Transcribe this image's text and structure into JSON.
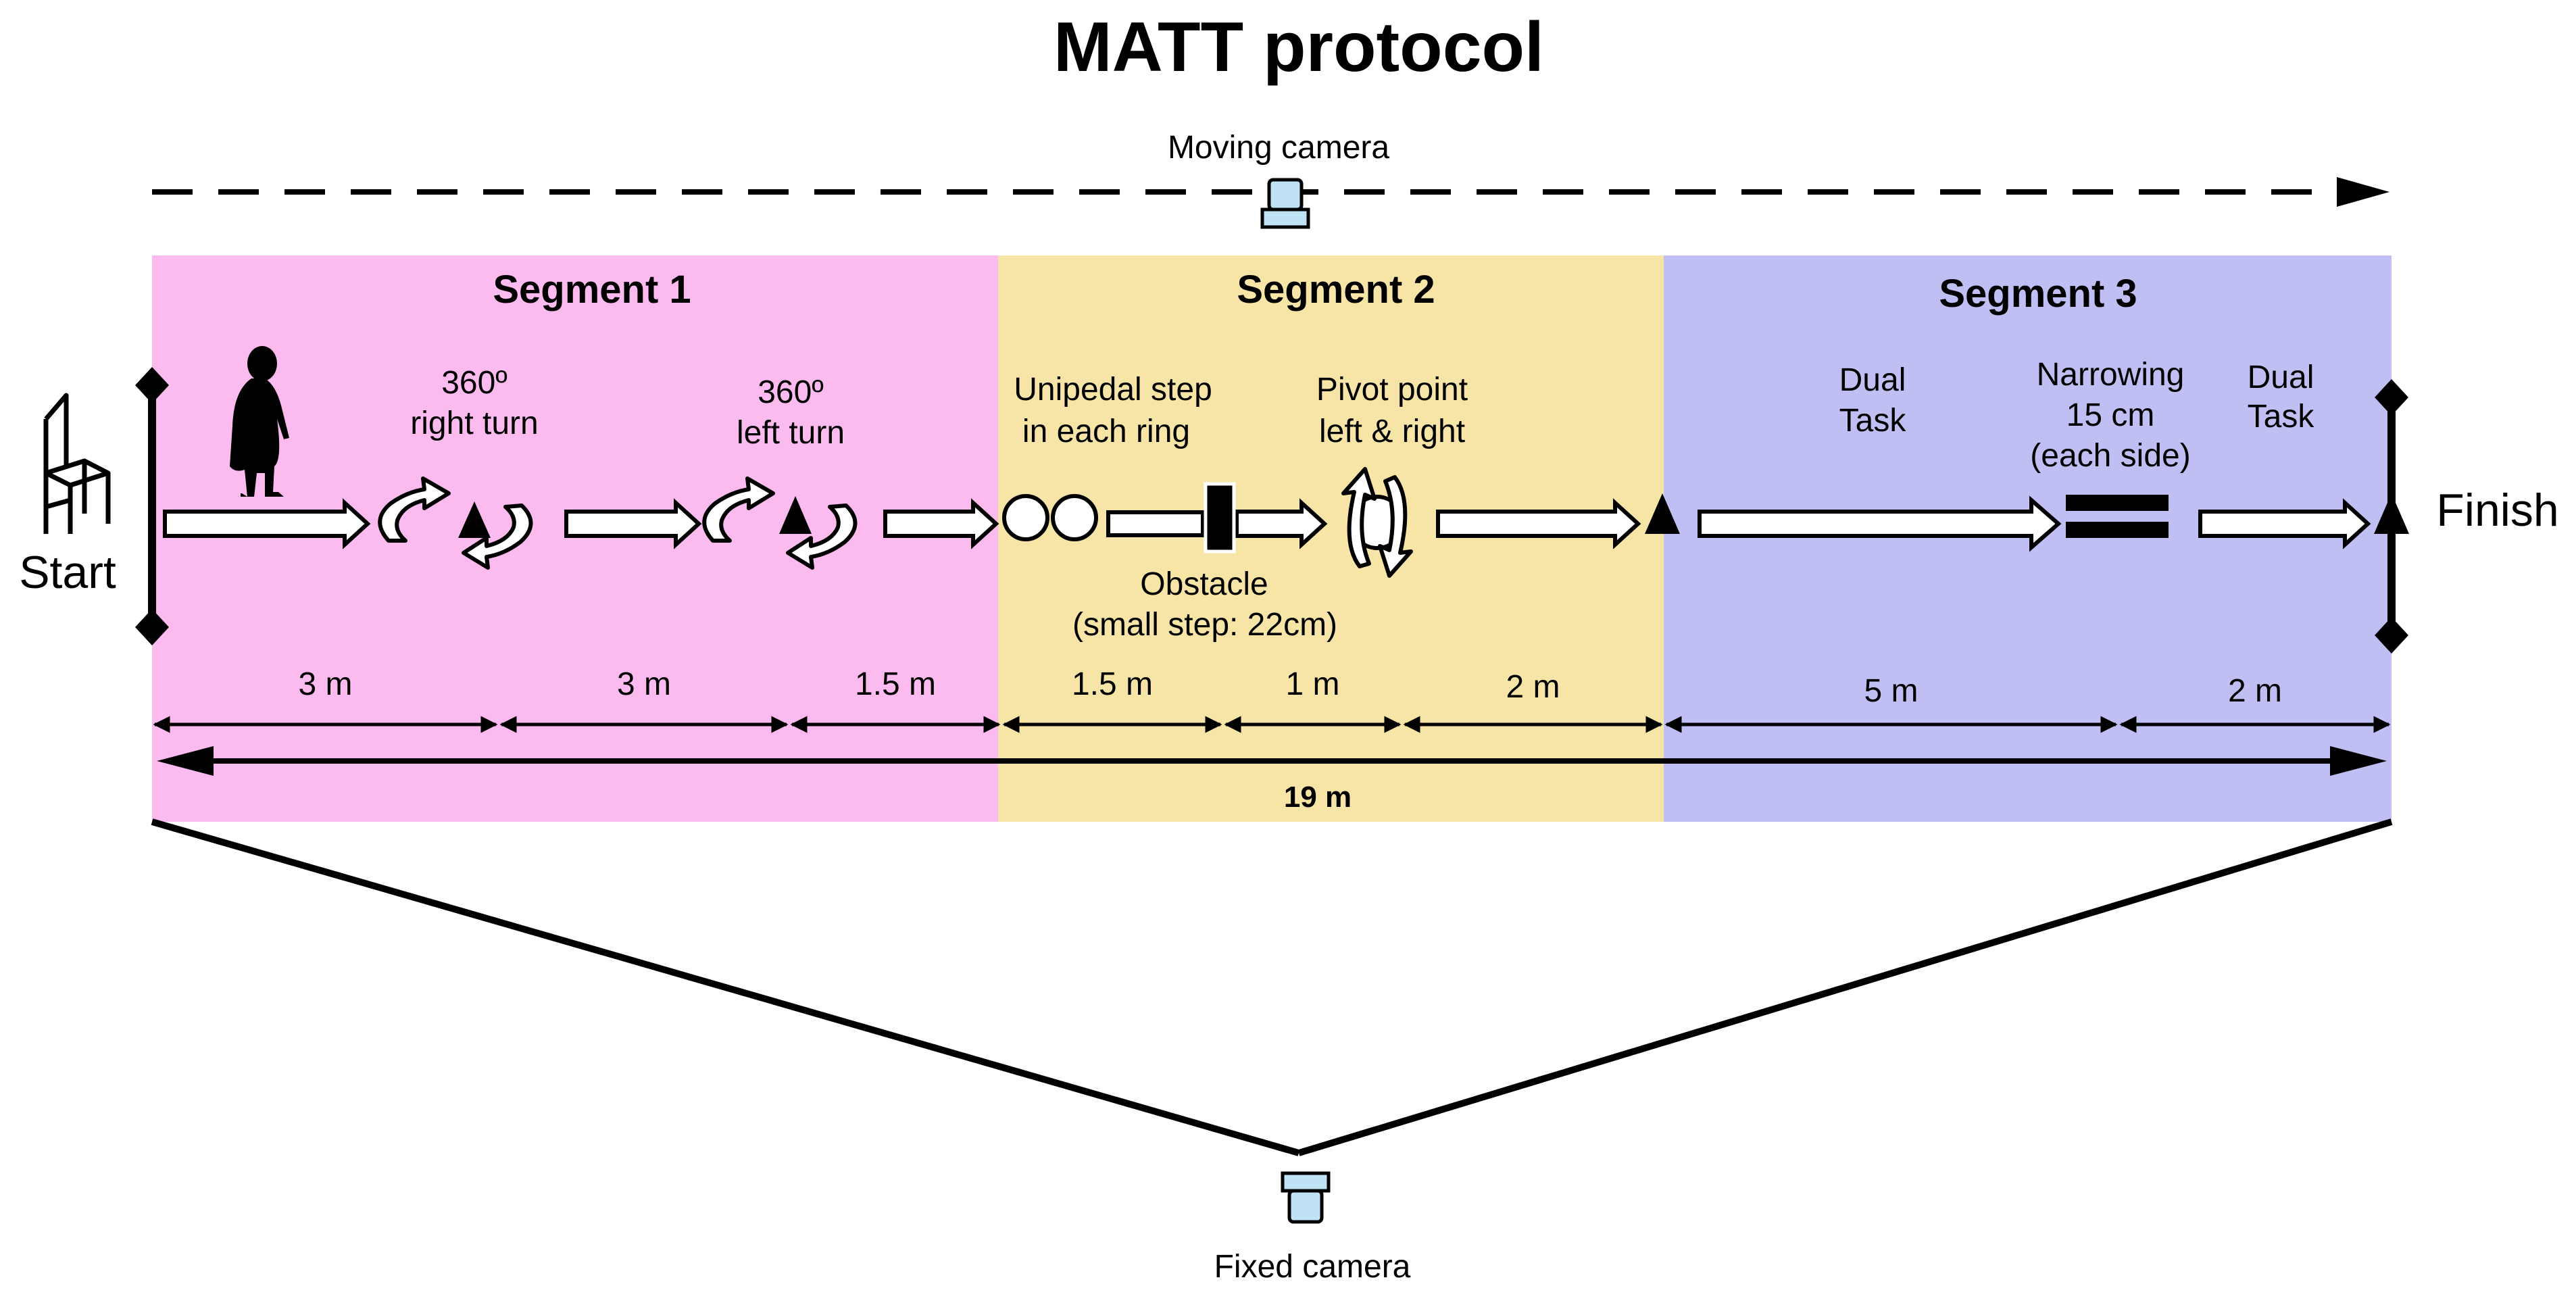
{
  "title": "MATT protocol",
  "cameras": {
    "moving": "Moving camera",
    "fixed": "Fixed camera"
  },
  "colors": {
    "segment_1": "#FCBBEF",
    "segment_2": "#F7E5A8",
    "segment_3": "#C0BFF3",
    "camera": "#BFE3F5",
    "ink": "#000000"
  },
  "segments": [
    {
      "label": "Segment 1"
    },
    {
      "label": "Segment 2"
    },
    {
      "label": "Segment 3"
    }
  ],
  "endpoints": {
    "start": "Start",
    "finish": "Finish"
  },
  "stations": {
    "right_turn": [
      "360º",
      "right turn"
    ],
    "left_turn": [
      "360º",
      "left turn"
    ],
    "unipedal_step": [
      "Unipedal step",
      "in each ring"
    ],
    "pivot_point": [
      "Pivot point",
      "left & right"
    ],
    "obstacle": [
      "Obstacle",
      "(small step: 22cm)"
    ],
    "dual_task_1": [
      "Dual",
      "Task"
    ],
    "narrowing": [
      "Narrowing",
      "15 cm",
      "(each side)"
    ],
    "dual_task_2": [
      "Dual",
      "Task"
    ]
  },
  "distances": [
    {
      "label": "3 m",
      "value_m": 3
    },
    {
      "label": "3 m",
      "value_m": 3
    },
    {
      "label": "1.5 m",
      "value_m": 1.5
    },
    {
      "label": "1.5 m",
      "value_m": 1.5
    },
    {
      "label": "1 m",
      "value_m": 1
    },
    {
      "label": "2 m",
      "value_m": 2
    },
    {
      "label": "5 m",
      "value_m": 5
    },
    {
      "label": "2 m",
      "value_m": 2
    }
  ],
  "total_distance": {
    "label": "19 m",
    "value_m": 19
  },
  "icons": [
    "chair-icon",
    "walking-person-icon",
    "camera-icon",
    "cone-marker-icon",
    "rotation-arrows-icon",
    "ring-icon",
    "obstacle-block-icon",
    "narrowing-bars-icon",
    "walk-arrow-icon",
    "diamond-marker-icon"
  ]
}
